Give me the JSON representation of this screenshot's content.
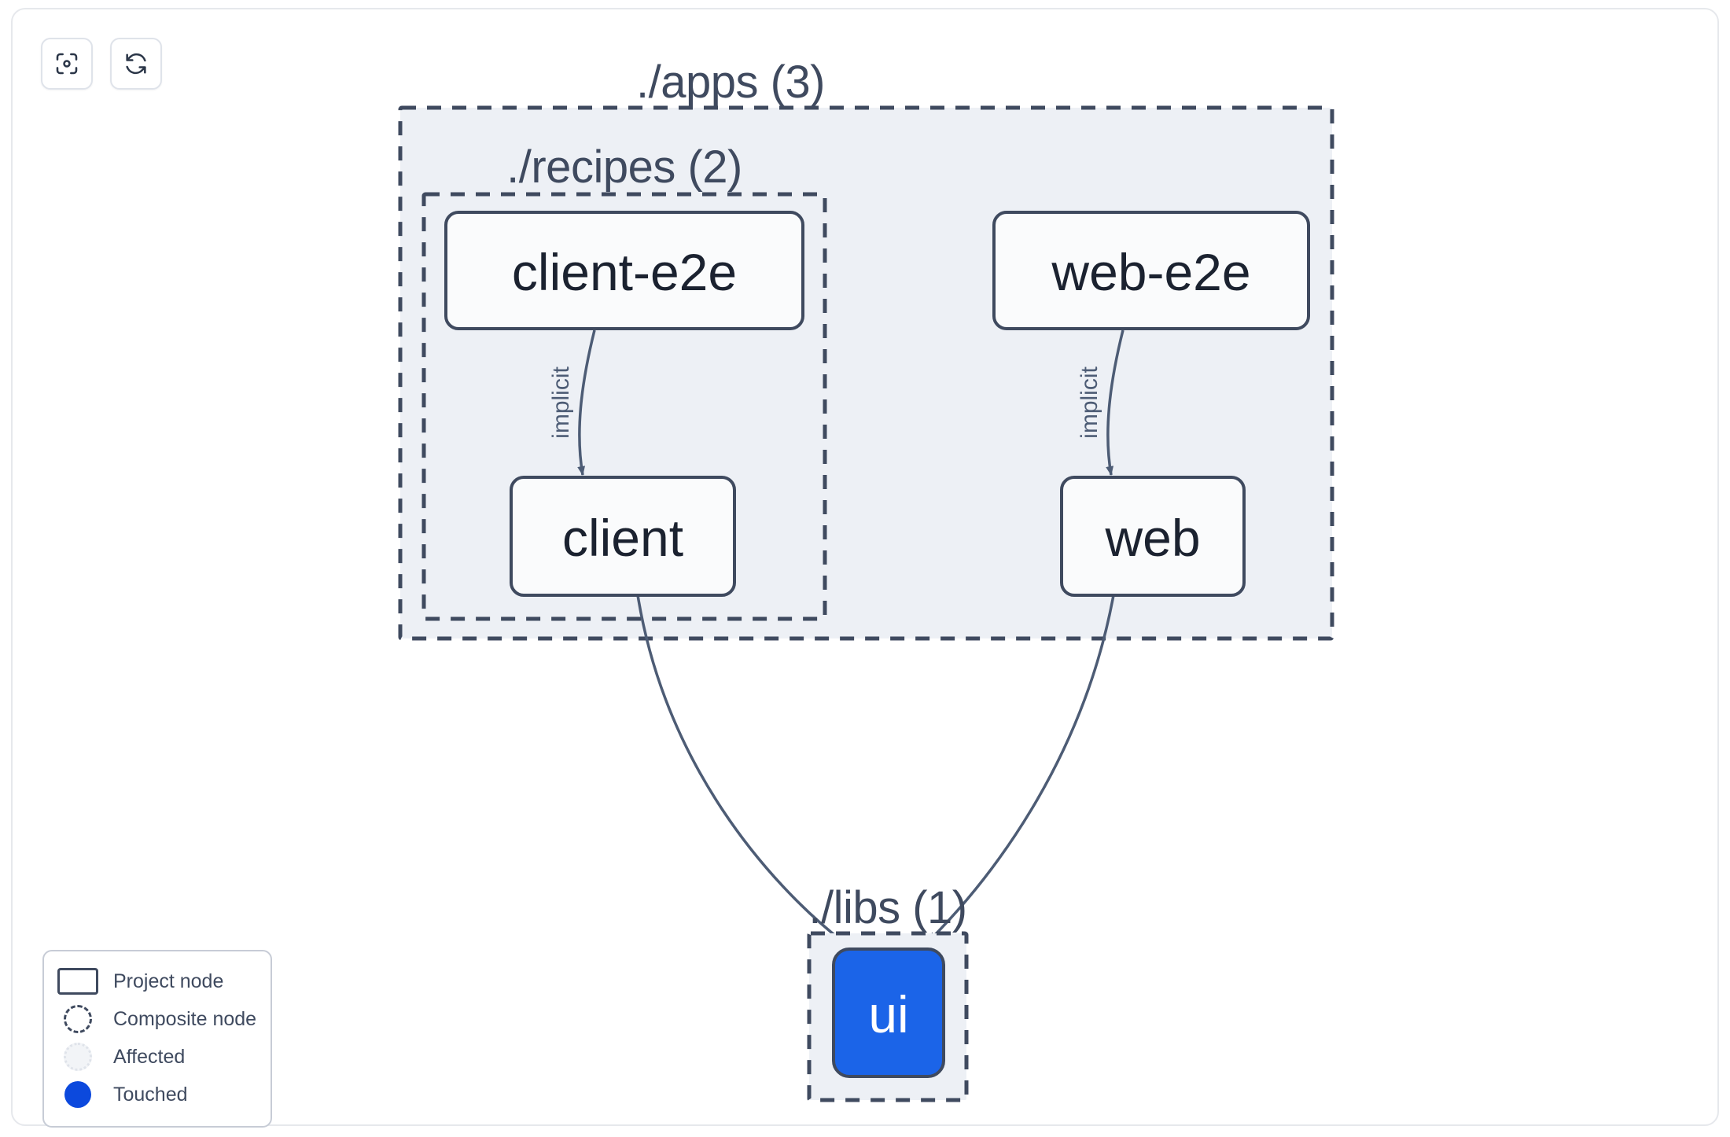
{
  "toolbar": {
    "buttons": [
      {
        "name": "focus-graph-button",
        "icon": "focus-target-icon",
        "label": "Focus graph"
      },
      {
        "name": "refresh-graph-button",
        "icon": "refresh-icon",
        "label": "Refresh graph"
      }
    ]
  },
  "graph": {
    "groups": [
      {
        "id": "apps",
        "label": "./apps (3)",
        "count": 3
      },
      {
        "id": "recipes",
        "label": "./recipes (2)",
        "count": 2
      },
      {
        "id": "libs",
        "label": "./libs (1)",
        "count": 1
      }
    ],
    "nodes": [
      {
        "id": "client-e2e",
        "label": "client-e2e",
        "group": "recipes",
        "state": "project"
      },
      {
        "id": "client",
        "label": "client",
        "group": "recipes",
        "state": "project"
      },
      {
        "id": "web-e2e",
        "label": "web-e2e",
        "group": "apps",
        "state": "project"
      },
      {
        "id": "web",
        "label": "web",
        "group": "apps",
        "state": "project"
      },
      {
        "id": "ui",
        "label": "ui",
        "group": "libs",
        "state": "touched"
      }
    ],
    "edges": [
      {
        "from": "client-e2e",
        "to": "client",
        "label": "implicit"
      },
      {
        "from": "web-e2e",
        "to": "web",
        "label": "implicit"
      },
      {
        "from": "client",
        "to": "ui",
        "label": ""
      },
      {
        "from": "web",
        "to": "ui",
        "label": ""
      }
    ]
  },
  "legend": {
    "items": [
      {
        "swatch": "project",
        "label": "Project node"
      },
      {
        "swatch": "composite",
        "label": "Composite node"
      },
      {
        "swatch": "affected",
        "label": "Affected"
      },
      {
        "swatch": "touched",
        "label": "Touched"
      }
    ]
  },
  "colors": {
    "touched": "#0c49dd",
    "node_fill": "#fafbfc",
    "node_stroke": "#3f4a5f",
    "group_fill": "#edf0f5",
    "group_stroke": "#3f4a5f",
    "edge": "#4d5c75",
    "canvas": "#ffffff"
  }
}
